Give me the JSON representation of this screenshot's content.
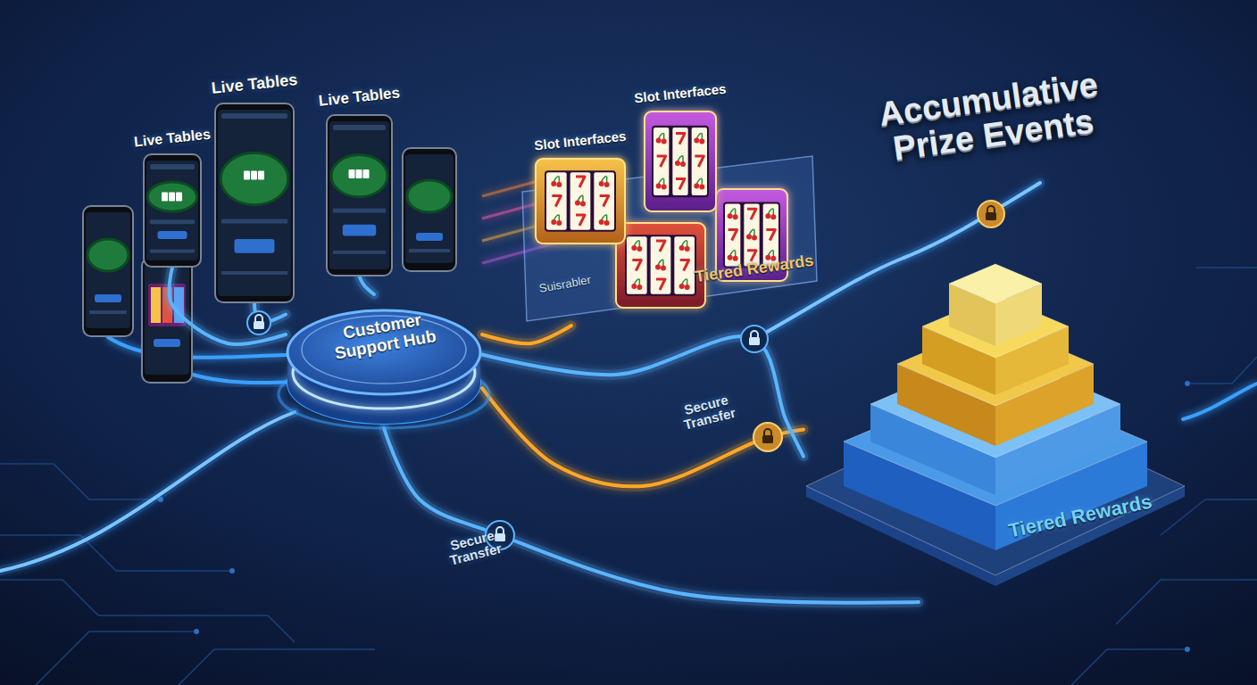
{
  "diagram": {
    "title": "Accumulative Prize Events",
    "nodes": [
      {
        "text": [
          "Live Tables"
        ]
      },
      {
        "text": [
          "Live Tables"
        ]
      },
      {
        "text": [
          "Live Tables"
        ]
      },
      {
        "text": [
          "Suisrabler",
          "Tiered Rewards"
        ]
      },
      {
        "text": [
          "Slot Interfaces"
        ],
        "in": 3
      },
      {
        "text": [
          "Slot Interfaces"
        ],
        "in": 3
      },
      {
        "text": [
          "Customer Support Hub"
        ]
      },
      {
        "text": [
          "Tiered Rewards"
        ]
      }
    ],
    "edges": [
      {
        "from": 0,
        "to": 6,
        "arrow": "none"
      },
      {
        "from": 1,
        "to": 6,
        "arrow": "none"
      },
      {
        "from": 2,
        "to": 6,
        "arrow": "none"
      },
      {
        "from": 6,
        "to": 3,
        "arrow": "none"
      },
      {
        "from": 6,
        "to": 7,
        "label": "Secure Transfer",
        "arrow": "none"
      },
      {
        "from": 6,
        "to": 7,
        "label": "Secure Transfer",
        "arrow": "none"
      },
      {
        "from": 6,
        "to": 7,
        "arrow": "none"
      }
    ]
  }
}
